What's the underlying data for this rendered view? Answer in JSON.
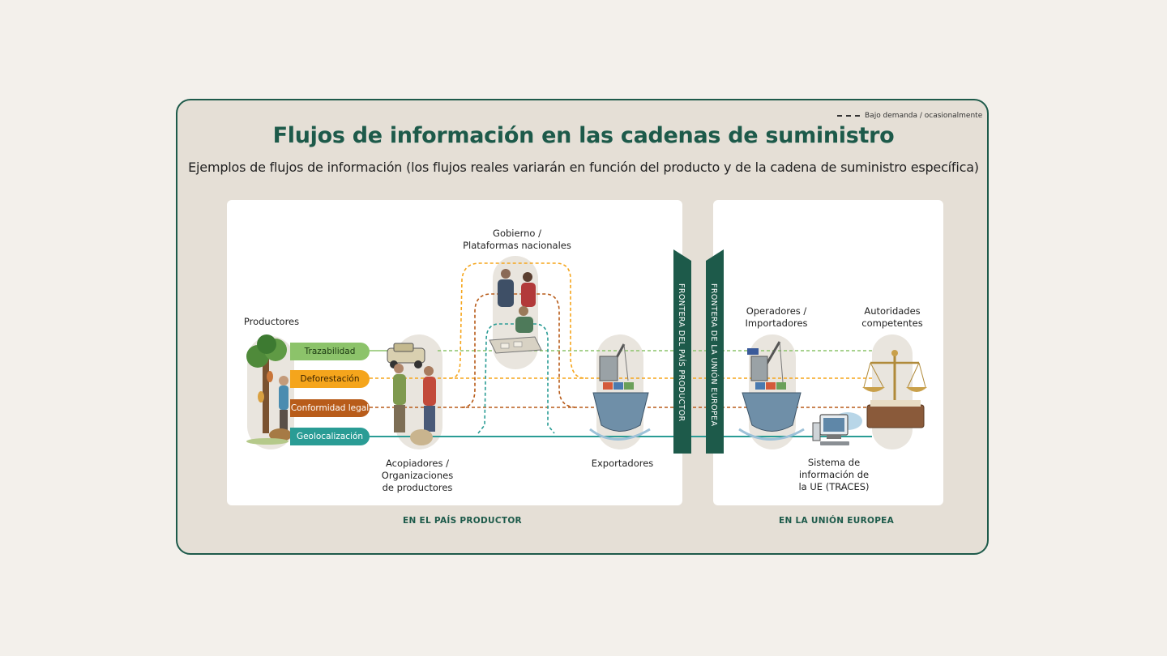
{
  "legend": {
    "dashed_label": "Bajo demanda / ocasionalmente"
  },
  "title": "Flujos de información en las cadenas de suministro",
  "subtitle": "Ejemplos de flujos de información (los flujos reales variarán en función del producto y de la cadena de suministro específica)",
  "actors": {
    "producers": "Productores",
    "government_line1": "Gobierno /",
    "government_line2": "Plataformas nacionales",
    "collectors_line1": "Acopiadores /",
    "collectors_line2": "Organizaciones",
    "collectors_line3": "de productores",
    "exporters": "Exportadores",
    "operators_line1": "Operadores /",
    "operators_line2": "Importadores",
    "authorities_line1": "Autoridades",
    "authorities_line2": "competentes",
    "traces_line1": "Sistema de",
    "traces_line2": "información de",
    "traces_line3": "la UE (TRACES)"
  },
  "flows": [
    {
      "label": "Trazabilidad",
      "color": "#8cc36a"
    },
    {
      "label": "Deforestación",
      "color": "#f5a51c"
    },
    {
      "label": "Conformidad legal",
      "color": "#b85c1a"
    },
    {
      "label": "Geolocalización",
      "color": "#2a9c95"
    }
  ],
  "borders": {
    "producer_country": "FRONTERA DEL PAÍS PRODUCTOR",
    "european_union": "FRONTERA DE LA UNIÓN EUROPEA"
  },
  "sections": {
    "left": "EN EL PAÍS PRODUCTOR",
    "right": "EN LA UNIÓN EUROPEA"
  },
  "colors": {
    "brand_green": "#1d5a4a",
    "frame_bg": "#e5dfd6",
    "page_bg": "#f3f0eb"
  }
}
